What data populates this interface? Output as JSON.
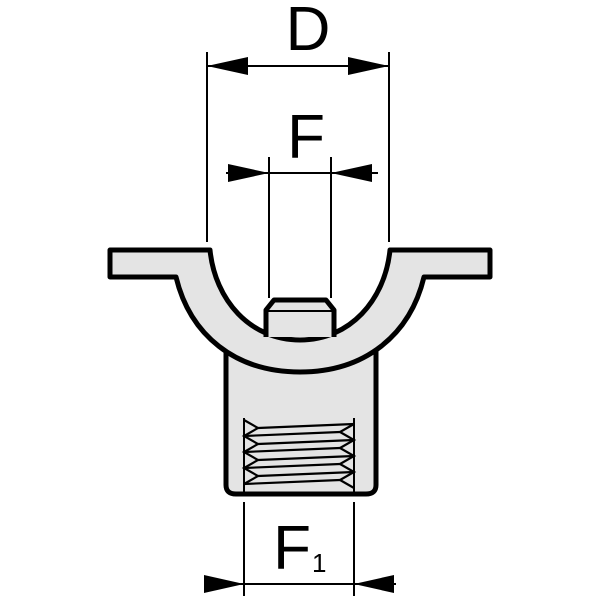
{
  "dimensions": {
    "outer_diameter": {
      "label": "D"
    },
    "inner_diameter": {
      "label": "F"
    },
    "thread_diameter": {
      "label": "F",
      "subscript": "1"
    }
  },
  "colors": {
    "part_fill": "#e4e4e4",
    "line": "#000000",
    "background": "#ffffff"
  }
}
